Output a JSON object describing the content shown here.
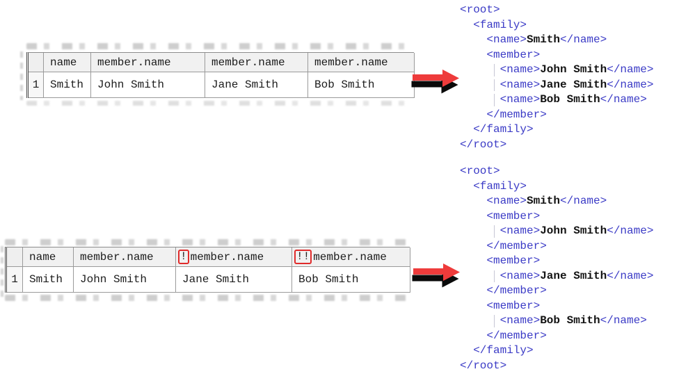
{
  "colors": {
    "xml_tag": "#3b3bc6",
    "xml_value": "#131313",
    "arrow_red": "#ee3b3b",
    "arrow_shadow": "#0a0a0a",
    "marker_box_red": "#e02b2b",
    "table_header_bg": "#f1f1f1",
    "table_border": "#9a9a9a"
  },
  "tables": {
    "top": {
      "row_number": "1",
      "headers": [
        {
          "label": "name"
        },
        {
          "label": "member.name"
        },
        {
          "label": "member.name"
        },
        {
          "label": "member.name"
        }
      ],
      "row": [
        "Smith",
        "John Smith",
        "Jane Smith",
        "Bob Smith"
      ]
    },
    "bottom": {
      "row_number": "1",
      "headers": [
        {
          "label": "name"
        },
        {
          "label": "member.name"
        },
        {
          "marker": "!",
          "label": "member.name"
        },
        {
          "marker": "!!",
          "label": "member.name"
        }
      ],
      "row": [
        "Smith",
        "John Smith",
        "Jane Smith",
        "Bob Smith"
      ]
    }
  },
  "xml": {
    "top": {
      "lines": [
        {
          "i": 0,
          "p": [
            [
              "tag",
              "<root>"
            ]
          ]
        },
        {
          "i": 1,
          "p": [
            [
              "tag",
              "<family>"
            ]
          ]
        },
        {
          "i": 2,
          "p": [
            [
              "tag",
              "<name>"
            ],
            [
              "val",
              "Smith"
            ],
            [
              "tag",
              "</name>"
            ]
          ]
        },
        {
          "i": 2,
          "p": [
            [
              "tag",
              "<member>"
            ]
          ]
        },
        {
          "i": 3,
          "g": 1,
          "p": [
            [
              "tag",
              "<name>"
            ],
            [
              "val",
              "John Smith"
            ],
            [
              "tag",
              "</name>"
            ]
          ]
        },
        {
          "i": 3,
          "g": 1,
          "p": [
            [
              "tag",
              "<name>"
            ],
            [
              "val",
              "Jane Smith"
            ],
            [
              "tag",
              "</name>"
            ]
          ]
        },
        {
          "i": 3,
          "g": 1,
          "p": [
            [
              "tag",
              "<name>"
            ],
            [
              "val",
              "Bob Smith"
            ],
            [
              "tag",
              "</name>"
            ]
          ]
        },
        {
          "i": 2,
          "p": [
            [
              "tag",
              "</member>"
            ]
          ]
        },
        {
          "i": 1,
          "p": [
            [
              "tag",
              "</family>"
            ]
          ]
        },
        {
          "i": 0,
          "p": [
            [
              "tag",
              "</root>"
            ]
          ]
        }
      ]
    },
    "bottom": {
      "lines": [
        {
          "i": 0,
          "p": [
            [
              "tag",
              "<root>"
            ]
          ]
        },
        {
          "i": 1,
          "p": [
            [
              "tag",
              "<family>"
            ]
          ]
        },
        {
          "i": 2,
          "p": [
            [
              "tag",
              "<name>"
            ],
            [
              "val",
              "Smith"
            ],
            [
              "tag",
              "</name>"
            ]
          ]
        },
        {
          "i": 2,
          "p": [
            [
              "tag",
              "<member>"
            ]
          ]
        },
        {
          "i": 3,
          "g": 1,
          "p": [
            [
              "tag",
              "<name>"
            ],
            [
              "val",
              "John Smith"
            ],
            [
              "tag",
              "</name>"
            ]
          ]
        },
        {
          "i": 2,
          "p": [
            [
              "tag",
              "</member>"
            ]
          ]
        },
        {
          "i": 2,
          "p": [
            [
              "tag",
              "<member>"
            ]
          ]
        },
        {
          "i": 3,
          "g": 1,
          "p": [
            [
              "tag",
              "<name>"
            ],
            [
              "val",
              "Jane Smith"
            ],
            [
              "tag",
              "</name>"
            ]
          ]
        },
        {
          "i": 2,
          "p": [
            [
              "tag",
              "</member>"
            ]
          ]
        },
        {
          "i": 2,
          "p": [
            [
              "tag",
              "<member>"
            ]
          ]
        },
        {
          "i": 3,
          "g": 1,
          "p": [
            [
              "tag",
              "<name>"
            ],
            [
              "val",
              "Bob Smith"
            ],
            [
              "tag",
              "</name>"
            ]
          ]
        },
        {
          "i": 2,
          "p": [
            [
              "tag",
              "</member>"
            ]
          ]
        },
        {
          "i": 1,
          "p": [
            [
              "tag",
              "</family>"
            ]
          ]
        },
        {
          "i": 0,
          "p": [
            [
              "tag",
              "</root>"
            ]
          ]
        }
      ]
    }
  }
}
